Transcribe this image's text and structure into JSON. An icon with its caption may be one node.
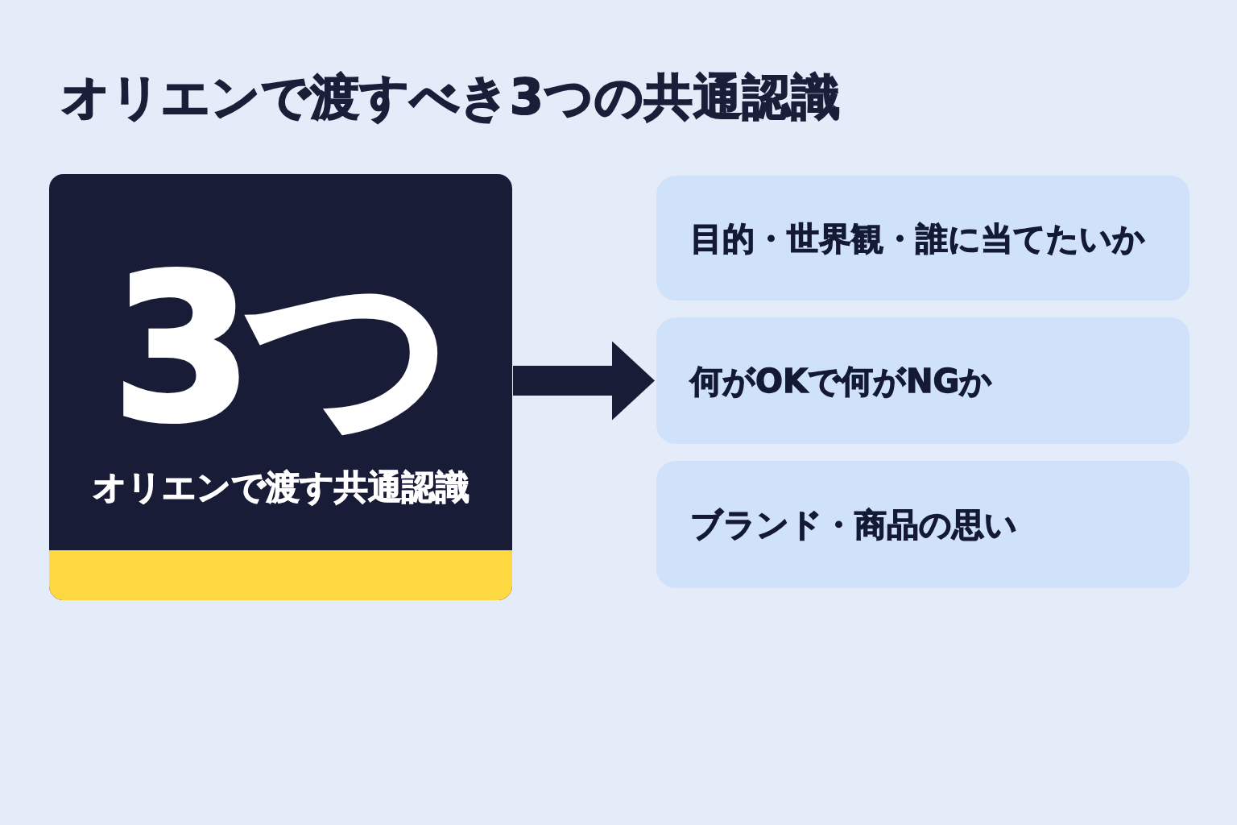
{
  "diagram": {
    "title": "オリエンで渡すべき3つの共通認識",
    "nodes": [
      {
        "text": [
          "3つ",
          "オリエンで渡す共通認識"
        ]
      },
      {
        "text": [
          "目的・世界観・誰に当てたいか"
        ]
      },
      {
        "text": [
          "何がOKで何がNGか"
        ]
      },
      {
        "text": [
          "ブランド・商品の思い"
        ]
      }
    ],
    "edges": [
      {
        "from": 0,
        "to": 2,
        "arrow": "to"
      }
    ]
  }
}
